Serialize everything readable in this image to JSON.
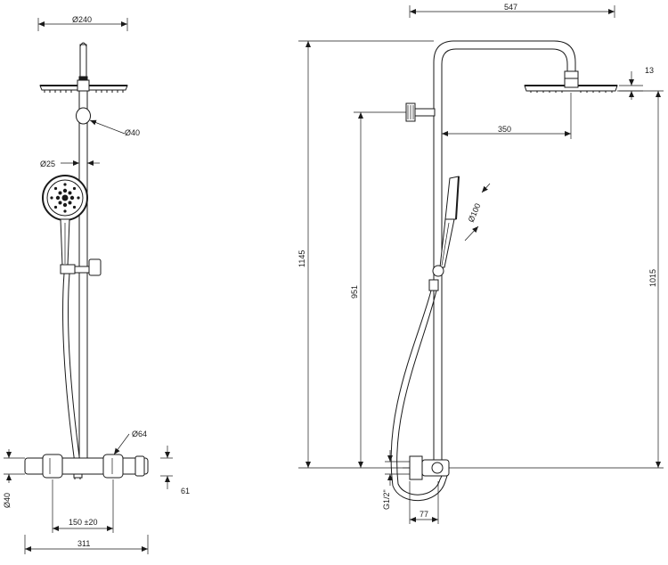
{
  "front_view": {
    "dims": {
      "head_diameter": "Ø240",
      "arm_diameter": "Ø40",
      "pipe_diameter": "Ø25",
      "knob_diameter": "Ø64",
      "valve_height": "61",
      "body_diameter": "Ø40",
      "inlet_spacing": "150 ±20",
      "overall_width": "311"
    }
  },
  "side_view": {
    "dims": {
      "projection": "547",
      "head_thickness": "13",
      "slider_reach": "350",
      "total_height": "1145",
      "hand_shower_height": "951",
      "head_height": "1015",
      "hand_shower_diameter": "Ø100",
      "thread": "G1/2\"",
      "wall_offset": "77"
    }
  }
}
